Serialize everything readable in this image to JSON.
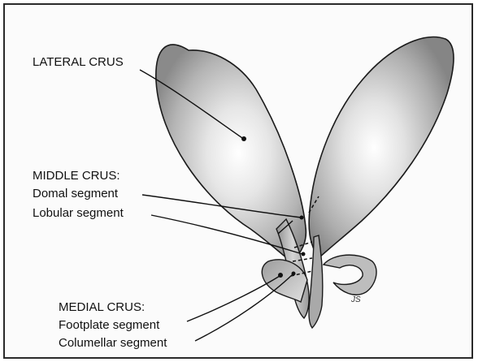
{
  "labels": {
    "lateral_crus": "LATERAL CRUS",
    "middle_crus_heading": "MIDDLE CRUS:",
    "domal_segment": "Domal segment",
    "lobular_segment": "Lobular segment",
    "medial_crus_heading": "MEDIAL CRUS:",
    "footplate_segment": "Footplate segment",
    "columellar_segment": "Columellar segment"
  },
  "artist_initials": "JS",
  "colors": {
    "frame": "#2a2a2a",
    "ink": "#111111",
    "cartilage_light": "#f4f4f4",
    "cartilage_mid": "#c9c9c9",
    "cartilage_dark": "#7d7d7d"
  }
}
